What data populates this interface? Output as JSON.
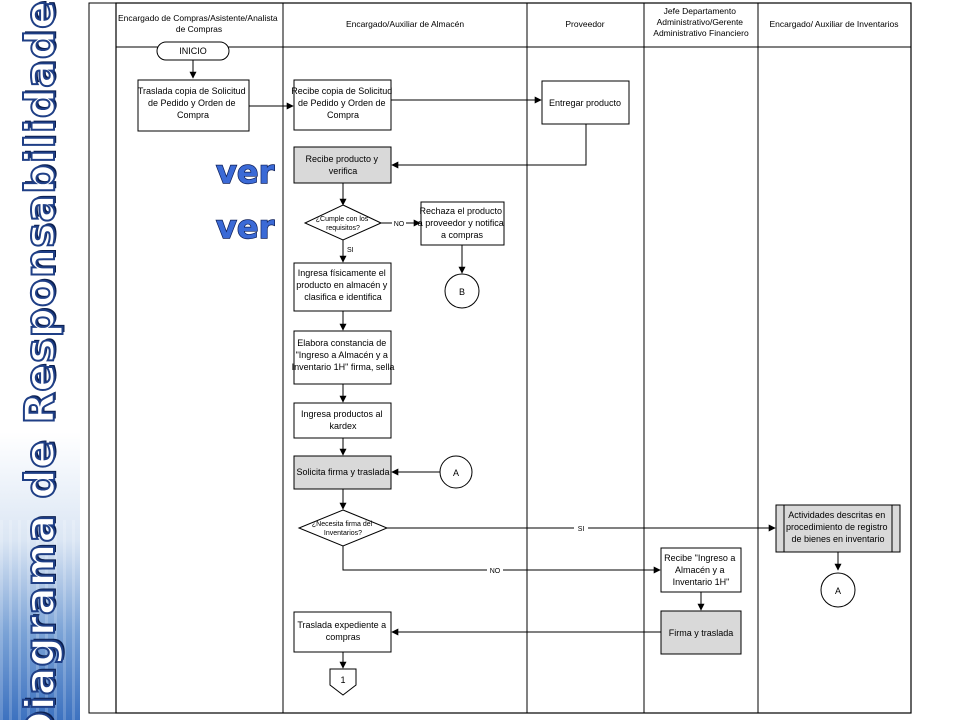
{
  "slide_title": "Diagrama de Responsabilidades",
  "ver_links": [
    "ver",
    "ver"
  ],
  "lanes": [
    {
      "lines": [
        "Encargado de Compras/Asistente/Analista",
        "de Compras"
      ]
    },
    {
      "lines": [
        "Encargado/Auxiliar de Almacén"
      ]
    },
    {
      "lines": [
        "Proveedor"
      ]
    },
    {
      "lines": [
        "Jefe Departamento",
        "Administrativo/Gerente",
        "Administrativo Financiero"
      ]
    },
    {
      "lines": [
        "Encargado/ Auxiliar de Inventarios"
      ]
    }
  ],
  "nodes": {
    "start": [
      "INICIO"
    ],
    "traslada_copia": [
      "Traslada copia de Solicitud",
      "de Pedido y Orden de",
      "Compra"
    ],
    "recibe_copia": [
      "Recibe copia de Solicitud",
      "de Pedido y Orden de",
      "Compra"
    ],
    "entregar": [
      "Entregar producto"
    ],
    "recibe_producto": [
      "Recibe producto y",
      "verifica"
    ],
    "cumple": [
      "¿Cumple con los",
      "requisitos?"
    ],
    "rechaza": [
      "Rechaza el producto",
      "a proveedor y notifica",
      "a compras"
    ],
    "conn_b": [
      "B"
    ],
    "ingresa_fis": [
      "Ingresa físicamente el",
      "producto en almacén y",
      "clasifica e identifica"
    ],
    "elabora": [
      "Elabora constancia de",
      "\"Ingreso a Almacén y a",
      "Inventario 1H\" firma, sella"
    ],
    "ingresa_kardex": [
      "Ingresa productos al",
      "kardex"
    ],
    "solicita": [
      "Solicita firma y traslada"
    ],
    "conn_a1": [
      "A"
    ],
    "necesita": [
      "¿Necesita firma del",
      "Inventarios?"
    ],
    "actividades": [
      "Actividades descritas en",
      "procedimiento de registro",
      "de bienes en inventario"
    ],
    "conn_a2": [
      "A"
    ],
    "recibe_ingreso": [
      "Recibe \"Ingreso a",
      "Almacén y a",
      "Inventario 1H\""
    ],
    "firma": [
      "Firma y traslada"
    ],
    "traslada_exp": [
      "Traslada expediente a",
      "compras"
    ],
    "offpage": [
      "1"
    ]
  },
  "edge_labels": {
    "no1": "NO",
    "si1": "SI",
    "si2": "SI",
    "no2": "NO"
  }
}
